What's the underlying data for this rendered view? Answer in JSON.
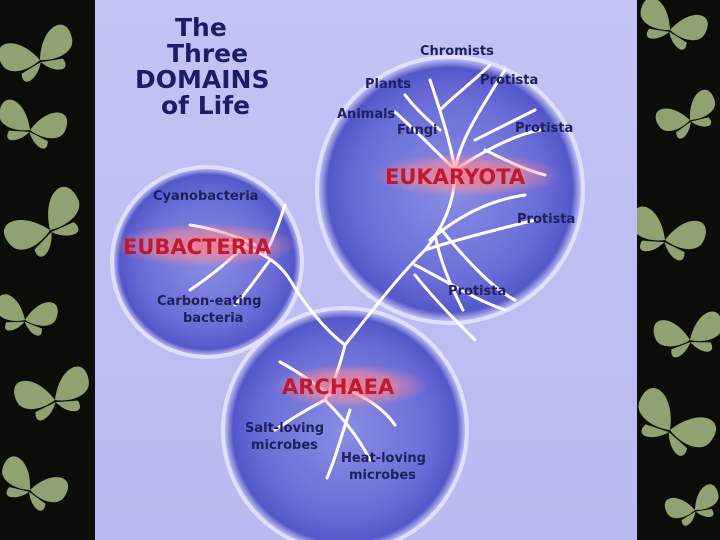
{
  "title": {
    "line1": "The",
    "line2": "Three",
    "line3": "DOMAINS",
    "line4": "of Life"
  },
  "domains": {
    "eukaryota": "EUKARYOTA",
    "eubacteria": "EUBACTERIA",
    "archaea": "ARCHAEA"
  },
  "groups": {
    "chromists": "Chromists",
    "plants": "Plants",
    "protista_1": "Protista",
    "animals": "Animals",
    "fungi": "Fungi",
    "protista_2": "Protista",
    "protista_3": "Protista",
    "protista_4": "Protista",
    "cyanobacteria": "Cyanobacteria",
    "carbon_eating_1": "Carbon-eating",
    "carbon_eating_2": "bacteria",
    "salt_loving_1": "Salt-loving",
    "salt_loving_2": "microbes",
    "heat_loving_1": "Heat-loving",
    "heat_loving_2": "microbes"
  },
  "colors": {
    "slide_bg": "#c0c1f3",
    "circle_fill": "#6f72d8",
    "domain_text": "#c2182b",
    "label_text": "#1d1f5e",
    "branch": "#ffffff",
    "butterfly": "#a9bd86"
  }
}
